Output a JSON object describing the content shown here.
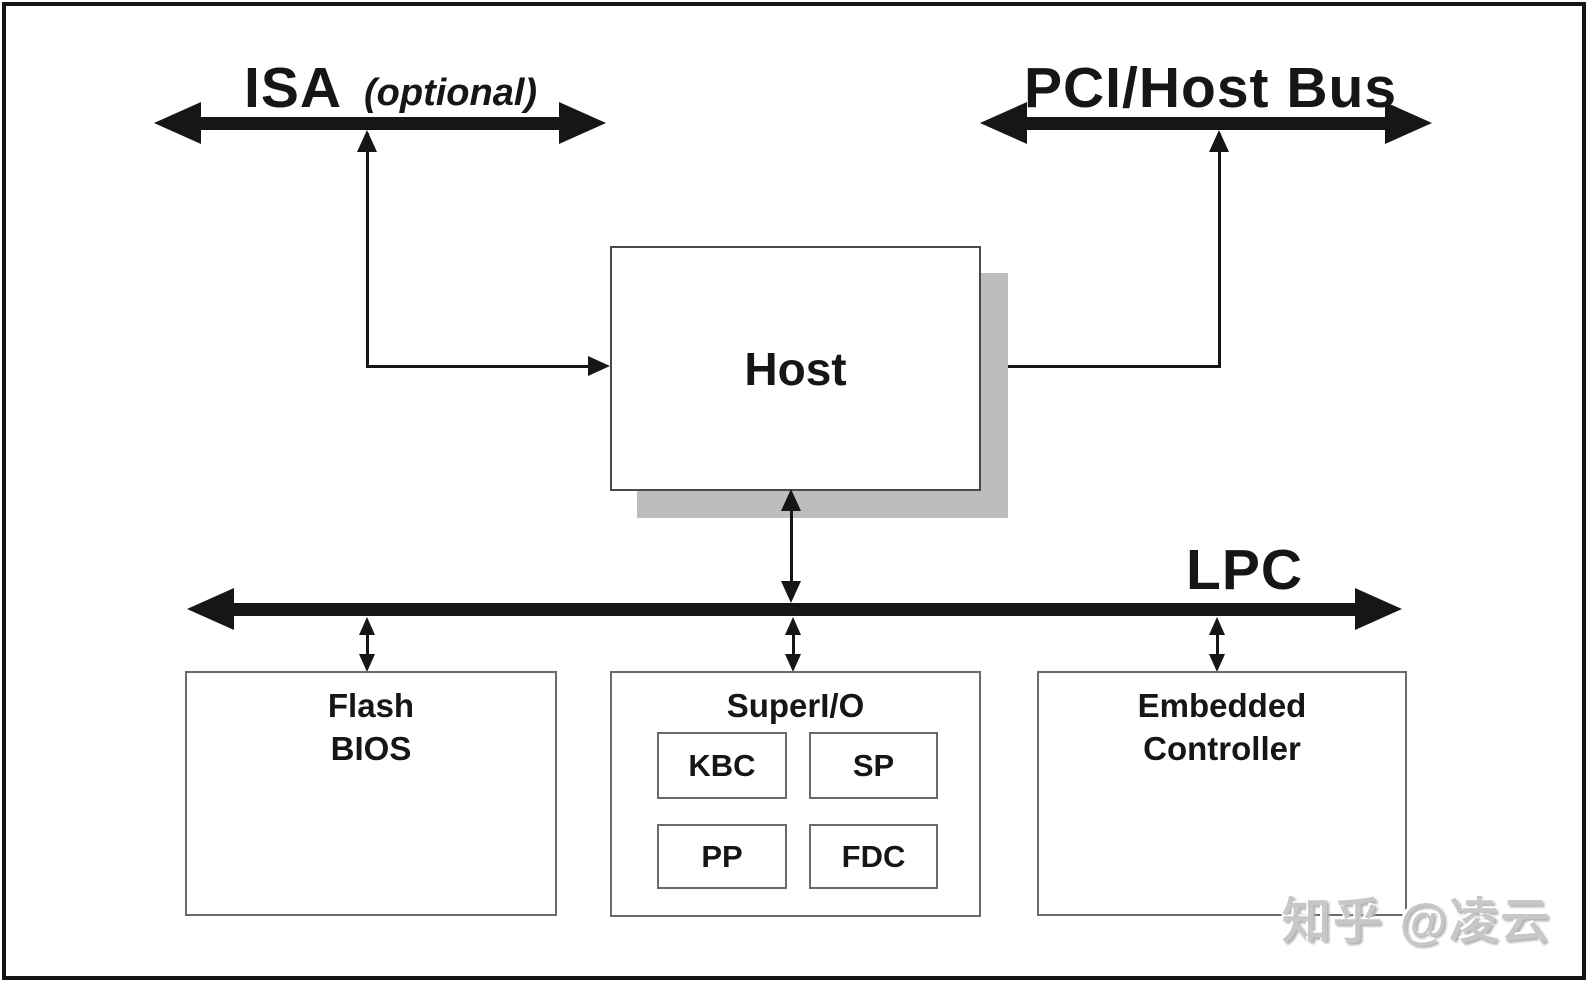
{
  "buses": {
    "isa": {
      "label": "ISA",
      "qualifier": "(optional)"
    },
    "pci": {
      "label": "PCI/Host Bus"
    },
    "lpc": {
      "label": "LPC"
    }
  },
  "nodes": {
    "host": {
      "label": "Host"
    },
    "flash_bios": {
      "label": "Flash\nBIOS"
    },
    "super_io": {
      "label": "SuperI/O",
      "modules": [
        {
          "label": "KBC"
        },
        {
          "label": "SP"
        },
        {
          "label": "PP"
        },
        {
          "label": "FDC"
        }
      ]
    },
    "embedded_controller": {
      "label": "Embedded\nController"
    }
  },
  "watermark": {
    "text": "知乎 @凌云"
  },
  "colors": {
    "ink": "#161616",
    "shadow": "#bdbdbd",
    "box_border": "#6a6a6a",
    "watermark": "#c7c7c7",
    "background": "#ffffff"
  }
}
